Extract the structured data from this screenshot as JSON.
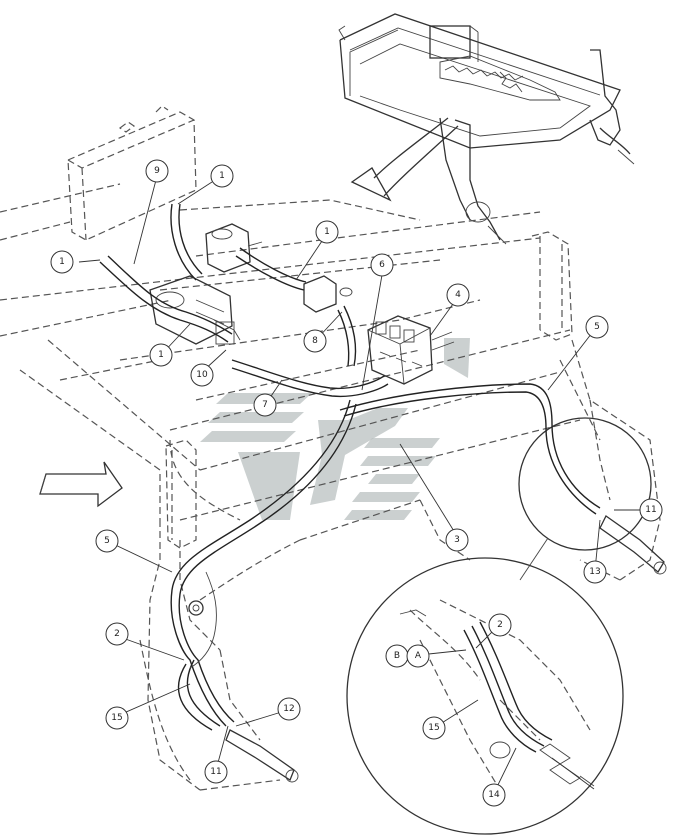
{
  "callouts": {
    "c1a": "1",
    "c1b": "1",
    "c1c": "1",
    "c1d": "1",
    "c2a": "2",
    "c2b": "2",
    "c3": "3",
    "c4": "4",
    "c5a": "5",
    "c5b": "5",
    "c6": "6",
    "c7": "7",
    "c8": "8",
    "c9": "9",
    "c10": "10",
    "c11a": "11",
    "c11b": "11",
    "c12": "12",
    "c13": "13",
    "c14": "14",
    "c15a": "15",
    "c15b": "15",
    "cA": "A",
    "cB": "B"
  },
  "colors": {
    "line": "#333333",
    "watermark": "#b9c0c0",
    "background": "#ffffff"
  }
}
